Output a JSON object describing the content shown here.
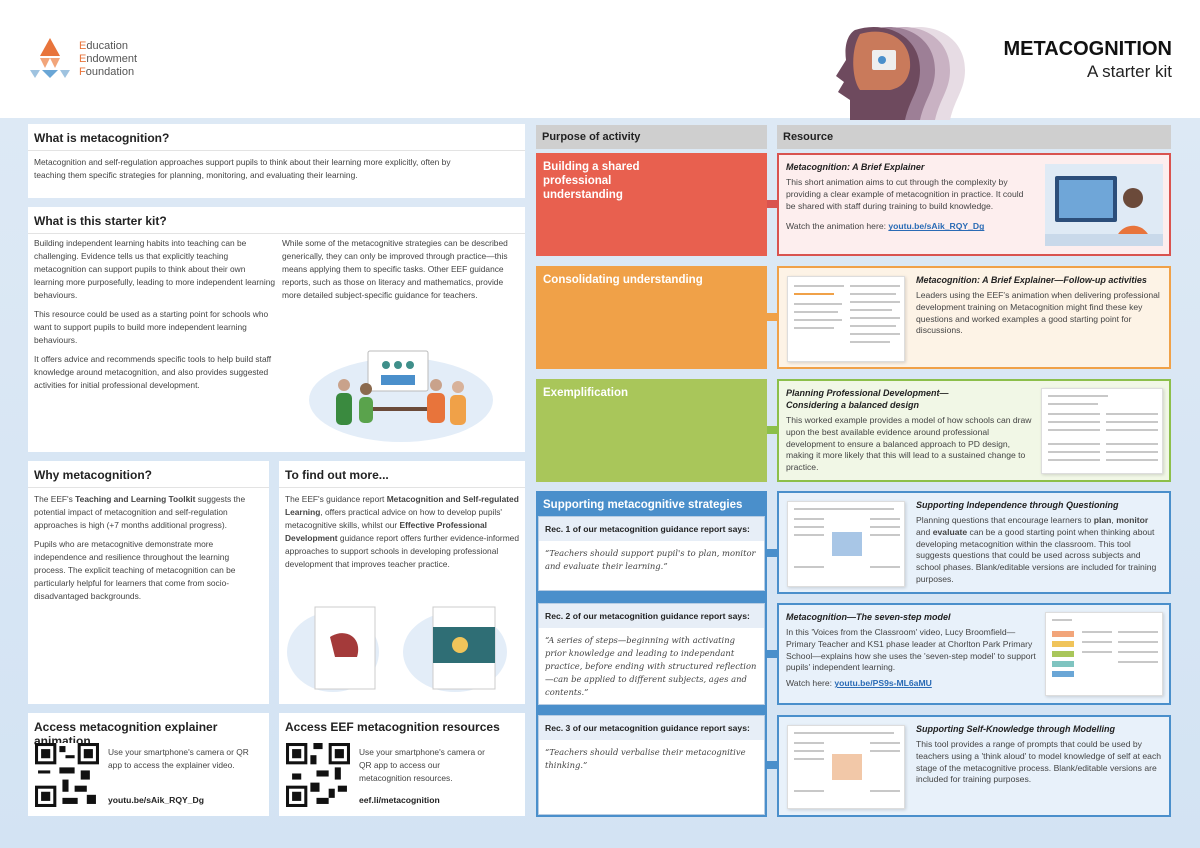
{
  "logo": {
    "line1_first": "E",
    "line1_rest": "ducation",
    "line2_first": "E",
    "line2_rest": "ndowment",
    "line3_first": "F",
    "line3_rest": "oundation"
  },
  "header": {
    "title": "METACOGNITION",
    "subtitle": "A starter kit"
  },
  "what_is": {
    "title": "What is metacognition?",
    "text": "Metacognition and self-regulation approaches support pupils to think about their learning more explicitly, often by teaching them specific strategies for planning, monitoring, and evaluating their learning."
  },
  "starter_kit": {
    "title": "What is this starter kit?",
    "p1": "Building independent learning habits into teaching can be challenging. Evidence tells us that explicitly teaching metacognition can support pupils to think about their own learning more purposefully, leading to more independent learning behaviours.",
    "p2": "This resource could be used as a starting point for schools who want to support pupils to build more independent learning behaviours.",
    "p3": "It offers advice and recommends specific tools to help build staff knowledge around metacognition, and also provides suggested activities for initial professional development.",
    "p4": "While some of the metacognitive strategies can be described generically, they can only be improved through practice—this means applying them to specific tasks. Other EEF guidance reports, such as those on literacy and mathematics, provide more detailed subject-specific guidance for teachers."
  },
  "why": {
    "title": "Why metacognition?",
    "p1_a": "The EEF's ",
    "p1_b": "Teaching and Learning Toolkit",
    "p1_c": " suggests the potential impact of metacognition and self-regulation approaches is high (+7 months additional progress).",
    "p2": "Pupils who are metacognitive demonstrate more independence and resilience throughout the learning process. The explicit teaching of metacognition can be particularly helpful for learners that come from socio-disadvantaged backgrounds."
  },
  "find_out": {
    "title": "To find out more...",
    "t1": "The EEF's guidance report ",
    "t2": "Metacognition and Self-regulated Learning",
    "t3": ", offers practical advice on how to develop pupils' metacognitive skills, whilst our ",
    "t4": "Effective Professional Development",
    "t5": " guidance report offers further evidence-informed approaches to support schools in developing professional development that improves teacher practice."
  },
  "access_anim": {
    "title": "Access metacognition explainer animation",
    "text": "Use your smartphone's camera or QR app to access the explainer video.",
    "link": "youtu.be/sAik_RQY_Dg"
  },
  "access_res": {
    "title": "Access EEF metacognition resources",
    "text": "Use your smartphone's camera or QR app to access our metacognition resources.",
    "link": "eef.li/metacognition"
  },
  "columns": {
    "purpose": "Purpose of activity",
    "resource": "Resource"
  },
  "rows": [
    {
      "purpose": "Building a shared professional understanding",
      "title": "Metacognition: A Brief Explainer",
      "body": "This short animation aims to cut through the complexity by providing a clear example of metacognition in practice. It could be shared with staff during training to build knowledge.",
      "watch": "Watch the animation here: ",
      "link": "youtu.be/sAik_RQY_Dg"
    },
    {
      "purpose": "Consolidating understanding",
      "title": "Metacognition: A Brief Explainer—Follow-up activities",
      "body": "Leaders using the EEF's animation when delivering professional development training on Metacognition might find these key questions and worked examples a good starting point for discussions."
    },
    {
      "purpose": "Exemplification",
      "title": "Planning Professional Development— Considering a balanced design",
      "body": "This worked example provides a model of how schools can draw upon the best available evidence around professional development to ensure a balanced approach to PD design, making it more likely that this will lead to a sustained change to practice."
    }
  ],
  "supporting": {
    "purpose": "Supporting metacognitive strategies",
    "recs": [
      {
        "heading": "Rec. 1 of our metacognition guidance report says:",
        "quote": "“Teachers should support pupil's to plan, monitor and evaluate their learning.”",
        "title": "Supporting Independence through Questioning",
        "b1": "Planning questions that encourage learners to ",
        "b2": "plan",
        "b3": ", ",
        "b4": "monitor",
        "b5": " and ",
        "b6": "evaluate",
        "b7": " can be a good starting point when thinking about developing metacognition within the classroom. This tool suggests questions that could be used across subjects and school phases. Blank/editable versions are included for training purposes."
      },
      {
        "heading": "Rec. 2 of our metacognition guidance report says:",
        "quote": "“A series of steps—beginning with activating prior knowledge and leading to independant practice, before ending with structured reflection—can be applied to different subjects, ages and contents.”",
        "title": "Metacognition—The seven-step model",
        "body": "In this 'Voices from the Classroom' video, Lucy Broomfield—Primary Teacher and KS1 phase leader at Chorlton Park Primary School—explains how she uses the 'seven-step model' to support pupils' independent learning.",
        "watch": "Watch here: ",
        "link": "youtu.be/PS9s-ML6aMU"
      },
      {
        "heading": "Rec. 3 of our metacognition guidance report says:",
        "quote": "“Teachers should verbalise their metacognitive thinking.”",
        "title": "Supporting Self-Knowledge through Modelling",
        "body": "This tool provides a range of prompts that could be used by teachers using a 'think aloud' to model knowledge of self at each stage of the metacognitive process. Blank/editable versions are included for training purposes."
      }
    ]
  },
  "colors": {
    "red": "#e8604f",
    "orange": "#f0a148",
    "green": "#a9c65a",
    "blue": "#4a8fcb",
    "red_border": "#d9534f",
    "orange_border": "#f0a148",
    "green_border": "#8cbf4a",
    "blue_border": "#4a8fcb"
  }
}
